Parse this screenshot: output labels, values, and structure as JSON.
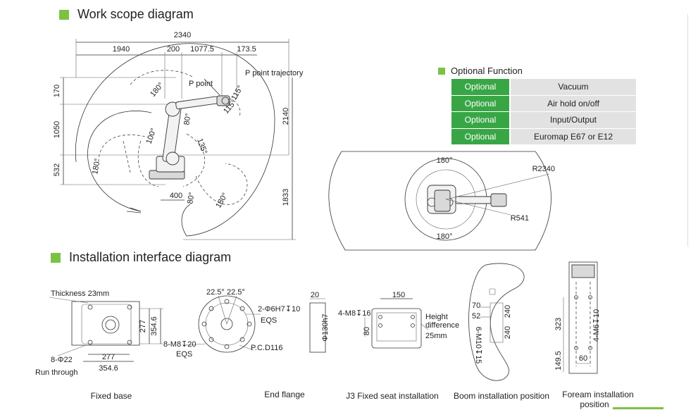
{
  "work_scope": {
    "title": "Work scope diagram",
    "labels": {
      "d2340": "2340",
      "d1940": "1940",
      "d200": "200",
      "d1077": "1077.5",
      "d173": "173.5",
      "d170": "170",
      "d1050": "1050",
      "d532": "532",
      "d2140": "2140",
      "d1833": "1833",
      "d400": "400",
      "p_point": "P point",
      "p_traj": "P point trajectory",
      "a180a": "180°",
      "a115a": "115°",
      "a115b": "115°",
      "a80a": "80°",
      "a100": "100°",
      "a135": "135°",
      "a180b": "180°",
      "a80b": "80°",
      "a180c": "180°"
    }
  },
  "optional": {
    "title": "Optional Function",
    "rows": [
      {
        "tag": "Optional",
        "value": "Vacuum"
      },
      {
        "tag": "Optional",
        "value": "Air hold on/off"
      },
      {
        "tag": "Optional",
        "value": "Input/Output"
      },
      {
        "tag": "Optional",
        "value": "Euromap E67 or E12"
      }
    ]
  },
  "top_view": {
    "a180top": "180°",
    "r2340": "R2340",
    "r541": "R541",
    "a180bot": "180°"
  },
  "installation": {
    "title": "Installation interface diagram",
    "fixed_base": {
      "thickness": "Thickness 23mm",
      "d277v": "277",
      "d354v": "354.6",
      "d277h": "277",
      "d354h": "354.6",
      "hole": "8-Φ22",
      "through": "Run through",
      "caption": "Fixed base"
    },
    "end_flange": {
      "a1": "22.5°",
      "a2": "22.5°",
      "pin": "2-Φ6H7↧10",
      "eqs1": "EQS",
      "screw": "8-M8↧20",
      "eqs2": "EQS",
      "pcd": "P.C.D116",
      "caption": "End flange"
    },
    "shaft": {
      "d20": "20",
      "d130": "Φ130h7"
    },
    "j3": {
      "d150": "150",
      "screw": "4-M8↧16",
      "d80": "80",
      "height": "Height",
      "difference": "difference",
      "mm": "25mm",
      "caption": "J3 Fixed seat installation"
    },
    "boom": {
      "d70": "70",
      "d52": "52",
      "d240a": "240",
      "d240b": "240",
      "screw": "6-M10↧15",
      "caption": "Boom installation position"
    },
    "forearm": {
      "d323": "323",
      "d149": "149.5",
      "d60": "60",
      "screw": "4-M6↧10",
      "caption1": "Foream installation",
      "caption2": "position"
    }
  }
}
